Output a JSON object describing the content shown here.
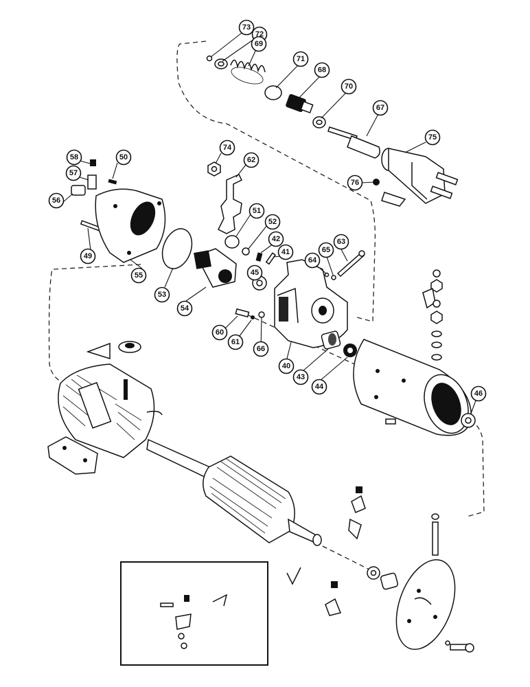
{
  "diagram": {
    "callouts": [
      "73",
      "72",
      "69",
      "71",
      "68",
      "70",
      "67",
      "75",
      "76",
      "74",
      "62",
      "58",
      "57",
      "50",
      "56",
      "49",
      "55",
      "53",
      "51",
      "52",
      "42",
      "41",
      "63",
      "65",
      "64",
      "54",
      "45",
      "60",
      "61",
      "66",
      "40",
      "43",
      "44",
      "46"
    ]
  }
}
